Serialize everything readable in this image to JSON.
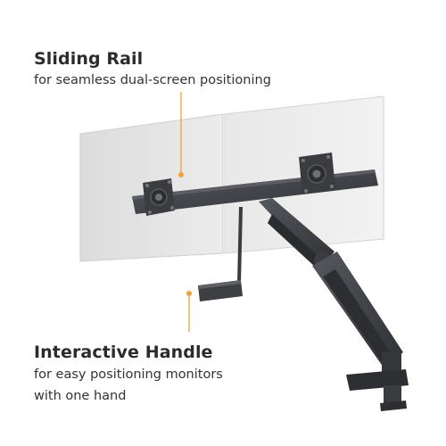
{
  "callouts": {
    "top": {
      "heading": "Sliding Rail",
      "subtitle": "for seamless dual-screen positioning"
    },
    "bottom": {
      "heading": "Interactive Handle",
      "subtitle_line1": "for easy positioning monitors",
      "subtitle_line2": "with one hand"
    }
  },
  "colors": {
    "accent": "#f0a23a",
    "text": "#2b2b2b",
    "metal": "#3d3f43",
    "monitor": "#e6e6e6"
  }
}
